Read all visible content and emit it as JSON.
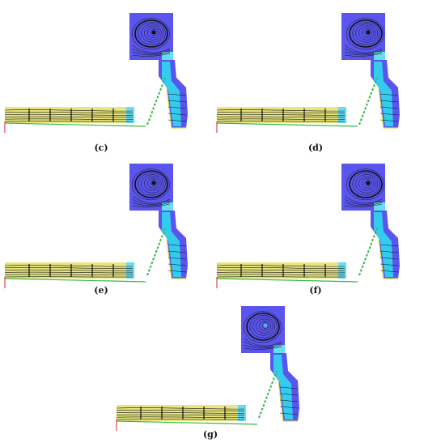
{
  "figure": {
    "panels": [
      {
        "id": "c",
        "label": "(c)"
      },
      {
        "id": "d",
        "label": "(d)"
      },
      {
        "id": "e",
        "label": "(e)"
      },
      {
        "id": "f",
        "label": "(f)"
      },
      {
        "id": "g",
        "label": "(g)"
      }
    ]
  },
  "colors": {
    "chamber": "#5a55ec",
    "chamber_dark": "#3a35d4",
    "cyan": "#33ccee",
    "cyan_light": "#66ddf0",
    "yellow": "#e9e680",
    "yellow_edge": "#d8d44a",
    "green": "#33bb44",
    "streamline": "#111111",
    "red": "#dd2222"
  }
}
